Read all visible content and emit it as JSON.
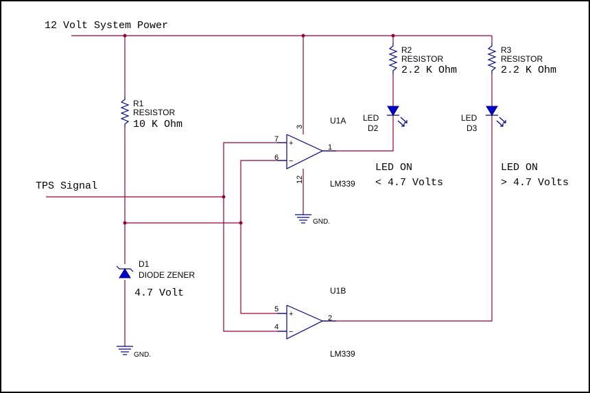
{
  "labels": {
    "power": "12 Volt System Power",
    "tps": "TPS Signal",
    "r1_ref": "R1",
    "r1_type": "RESISTOR",
    "r1_value": "10 K Ohm",
    "r2_ref": "R2",
    "r2_type": "RESISTOR",
    "r2_value": "2.2 K Ohm",
    "r3_ref": "R3",
    "r3_type": "RESISTOR",
    "r3_value": "2.2 K Ohm",
    "d1_ref": "D1",
    "d1_type": "DIODE ZENER",
    "d1_value": "4.7 Volt",
    "d2_led": "LED",
    "d2_ref": "D2",
    "d3_led": "LED",
    "d3_ref": "D3",
    "u1a_ref": "U1A",
    "u1a_part": "LM339",
    "u1b_ref": "U1B",
    "u1b_part": "LM339",
    "led_on_1": "LED ON",
    "cond_1": "< 4.7 Volts",
    "led_on_2": "LED ON",
    "cond_2": "> 4.7 Volts",
    "gnd": "GND."
  },
  "pins": {
    "u1a_plus": "7",
    "u1a_minus": "6",
    "u1a_out": "1",
    "u1a_vcc": "3",
    "u1a_gnd": "12",
    "u1b_plus": "5",
    "u1b_minus": "4",
    "u1b_out": "2"
  },
  "symbols": {
    "plus": "+",
    "minus": "−"
  },
  "colors": {
    "wire": "#990033",
    "component": "#000080",
    "led_fill": "#0000cc"
  }
}
